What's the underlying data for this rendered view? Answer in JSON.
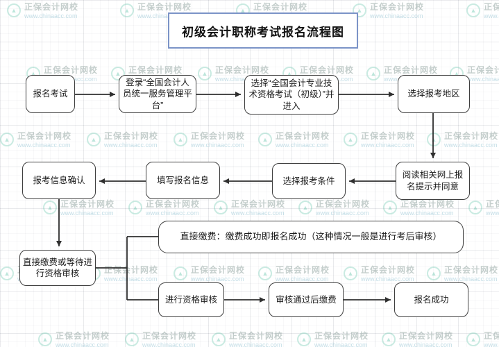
{
  "title": "初级会计职称考试报名流程图",
  "watermark": {
    "name": "正保会计网校",
    "url": "www.chinaacc.com",
    "logo_glyph": "▲"
  },
  "flow": {
    "nodes": {
      "start": "报名考试",
      "login": "登录“全国会计人员统一服务管理平台”",
      "select_exam": "选择“全国会计专业技术资格考试（初级）”并进入",
      "select_region": "选择报考地区",
      "read_agree": "阅读相关网上报名提示并同意",
      "select_condition": "选择报考条件",
      "fill_info": "填写报名信息",
      "confirm_info": "报考信息确认",
      "pay_or_wait": "直接缴费或等待进行资格审核",
      "direct_pay": "直接缴费：缴费成功即报名成功（这种情况一般是进行考后审核）",
      "qualification_review": "进行资格审核",
      "pay_after_review": "审核通过后缴费",
      "success": "报名成功"
    }
  },
  "colors": {
    "box_border": "#3e3e3e",
    "title_border": "#7b93c7",
    "arrow": "#2f2f2f",
    "watermark_teal": "#50be9f"
  }
}
